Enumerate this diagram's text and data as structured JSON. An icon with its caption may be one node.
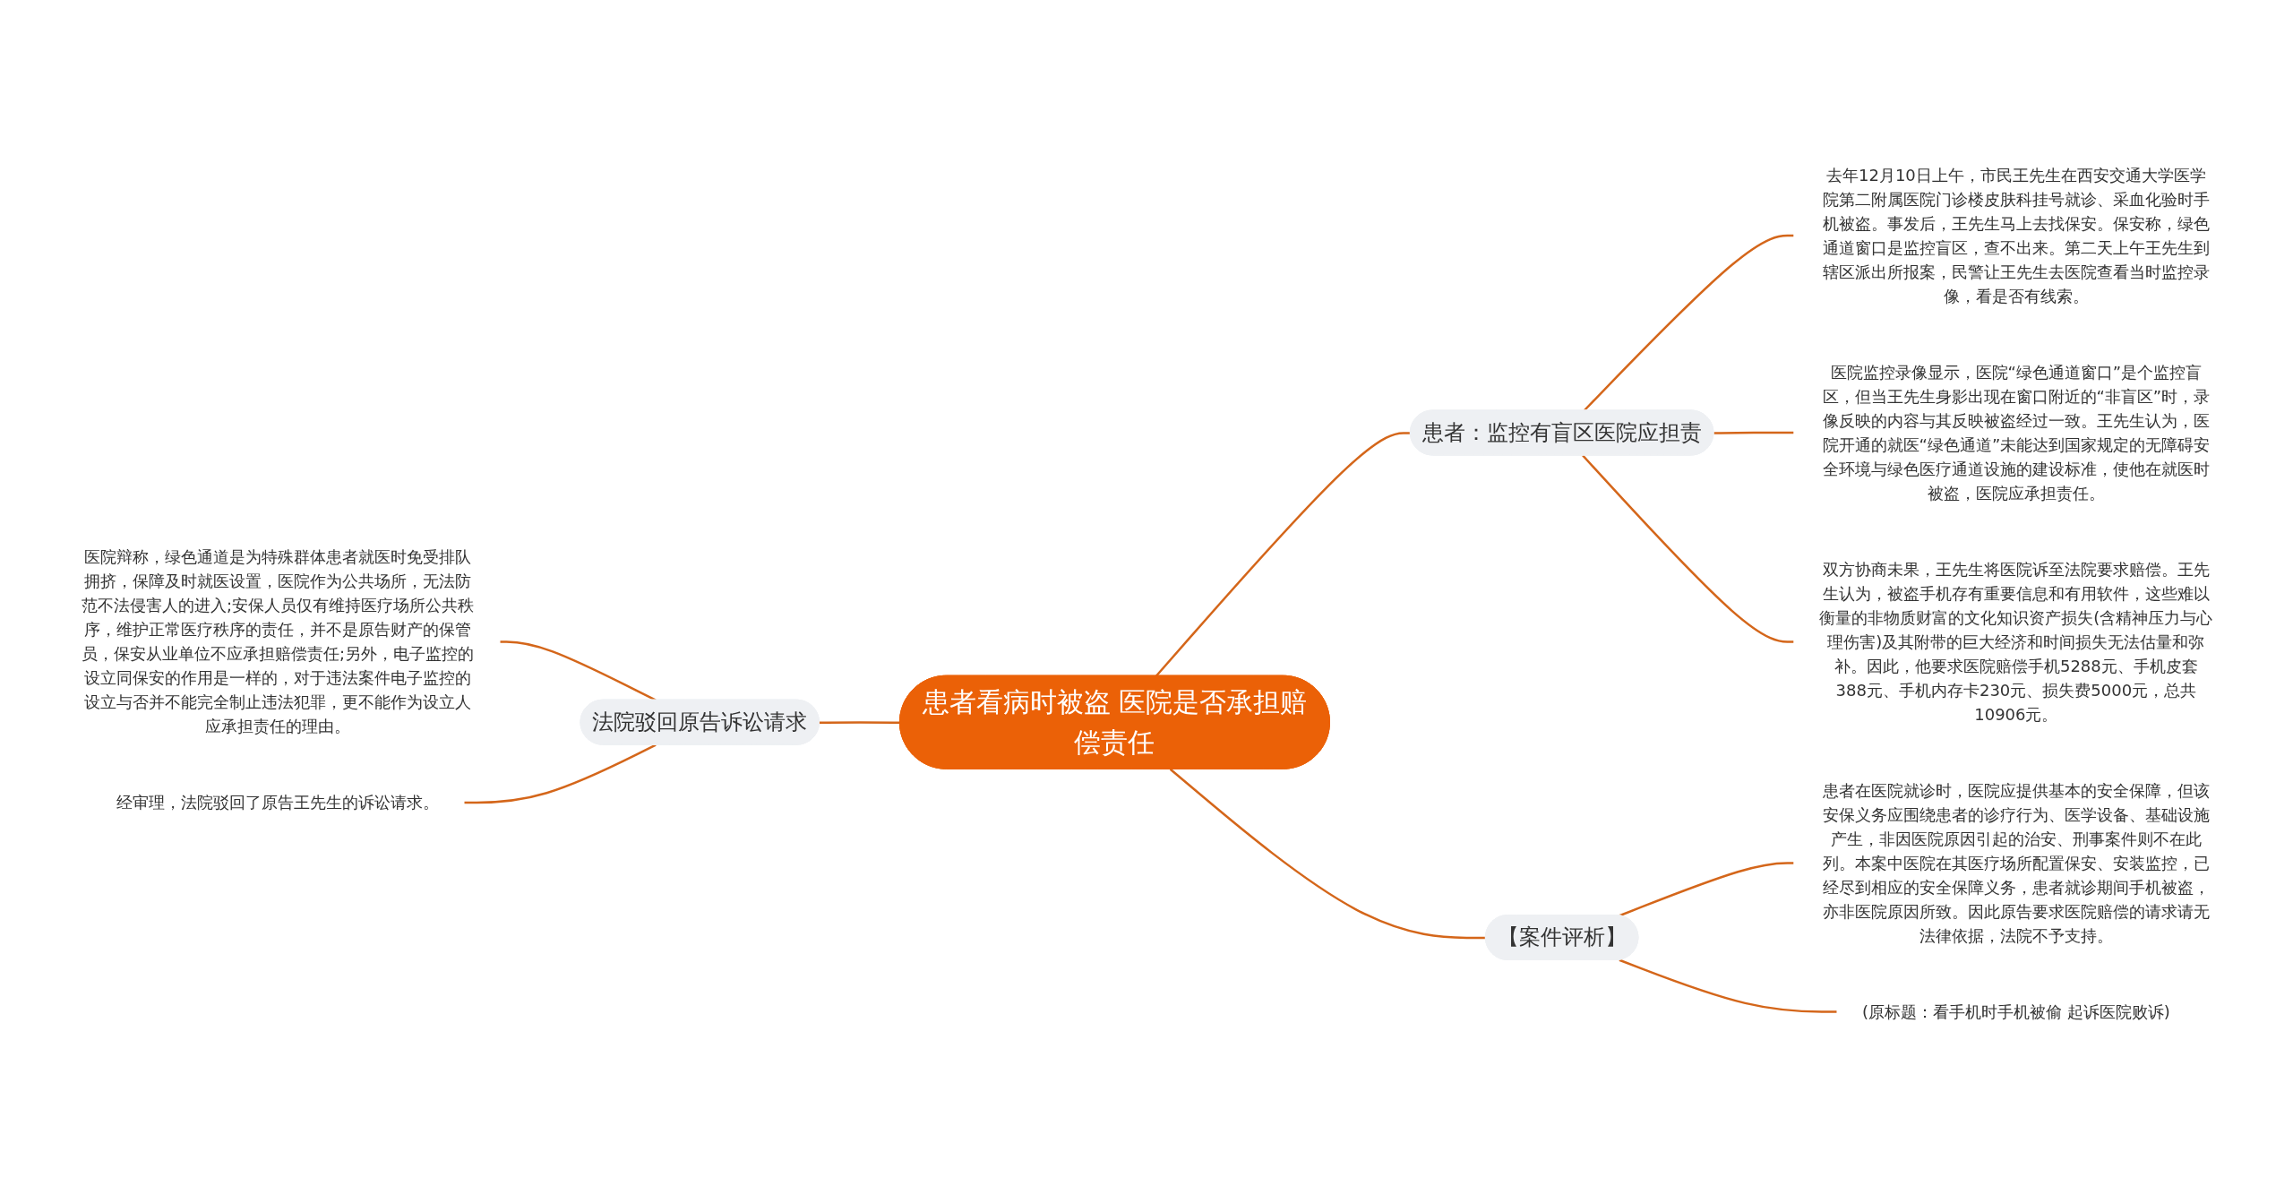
{
  "diagram": {
    "nodes": [
      {
        "text": [
          "患者看病时被盗 医院是否承担赔偿责任"
        ]
      },
      {
        "text": [
          "患者：监控有盲区医院应担责"
        ]
      },
      {
        "text": [
          "去年12月10日上午，市民王先生在西安交通大学医学院第二附属医院门诊楼皮肤科挂号就诊、采血化验时手机被盗。事发后，王先生马上去找保安。保安称，绿色通道窗口是监控盲区，查不出来。第二天上午王先生到辖区派出所报案，民警让王先生去医院查看当时监控录像，看是否有线索。"
        ]
      },
      {
        "text": [
          "医院监控录像显示，医院“绿色通道窗口”是个监控盲区，但当王先生身影出现在窗口附近的“非盲区”时，录像反映的内容与其反映被盗经过一致。王先生认为，医院开通的就医“绿色通道”未能达到国家规定的无障碍安全环境与绿色医疗通道设施的建设标准，使他在就医时被盗，医院应承担责任。"
        ]
      },
      {
        "text": [
          "双方协商未果，王先生将医院诉至法院要求赔偿。王先生认为，被盗手机存有重要信息和有用软件，这些难以衡量的非物质财富的文化知识资产损失(含精神压力与心理伤害)及其附带的巨大经济和时间损失无法估量和弥补。因此，他要求医院赔偿手机5288元、手机皮套388元、手机内存卡230元、损失费5000元，总共10906元。"
        ]
      },
      {
        "text": [
          "【案件评析】"
        ]
      },
      {
        "text": [
          "患者在医院就诊时，医院应提供基本的安全保障，但该安保义务应围绕患者的诊疗行为、医学设备、基础设施产生，非因医院原因引起的治安、刑事案件则不在此列。本案中医院在其医疗场所配置保安、安装监控，已经尽到相应的安全保障义务，患者就诊期间手机被盗，亦非医院原因所致。因此原告要求医院赔偿的请求请无法律依据，法院不予支持。"
        ]
      },
      {
        "text": [
          "(原标题：看手机时手机被偷 起诉医院败诉)"
        ]
      },
      {
        "text": [
          "法院驳回原告诉讼请求"
        ]
      },
      {
        "text": [
          "医院辩称，绿色通道是为特殊群体患者就医时免受排队拥挤，保障及时就医设置，医院作为公共场所，无法防范不法侵害人的进入;安保人员仅有维持医疗场所公共秩序，维护正常医疗秩序的责任，并不是原告财产的保管员，保安从业单位不应承担赔偿责任;另外，电子监控的设立同保安的作用是一样的，对于违法案件电子监控的设立与否并不能完全制止违法犯罪，更不能作为设立人应承担责任的理由。"
        ]
      },
      {
        "text": [
          "经审理，法院驳回了原告王先生的诉讼请求。"
        ]
      }
    ],
    "edges": [
      {
        "from": 0,
        "to": 1,
        "arrow": "none"
      },
      {
        "from": 1,
        "to": 2,
        "arrow": "none"
      },
      {
        "from": 1,
        "to": 3,
        "arrow": "none"
      },
      {
        "from": 1,
        "to": 4,
        "arrow": "none"
      },
      {
        "from": 0,
        "to": 5,
        "arrow": "none"
      },
      {
        "from": 5,
        "to": 6,
        "arrow": "none"
      },
      {
        "from": 5,
        "to": 7,
        "arrow": "none"
      },
      {
        "from": 8,
        "to": 0,
        "arrow": "none"
      },
      {
        "from": 9,
        "to": 8,
        "arrow": "none"
      },
      {
        "from": 10,
        "to": 8,
        "arrow": "none"
      }
    ]
  }
}
